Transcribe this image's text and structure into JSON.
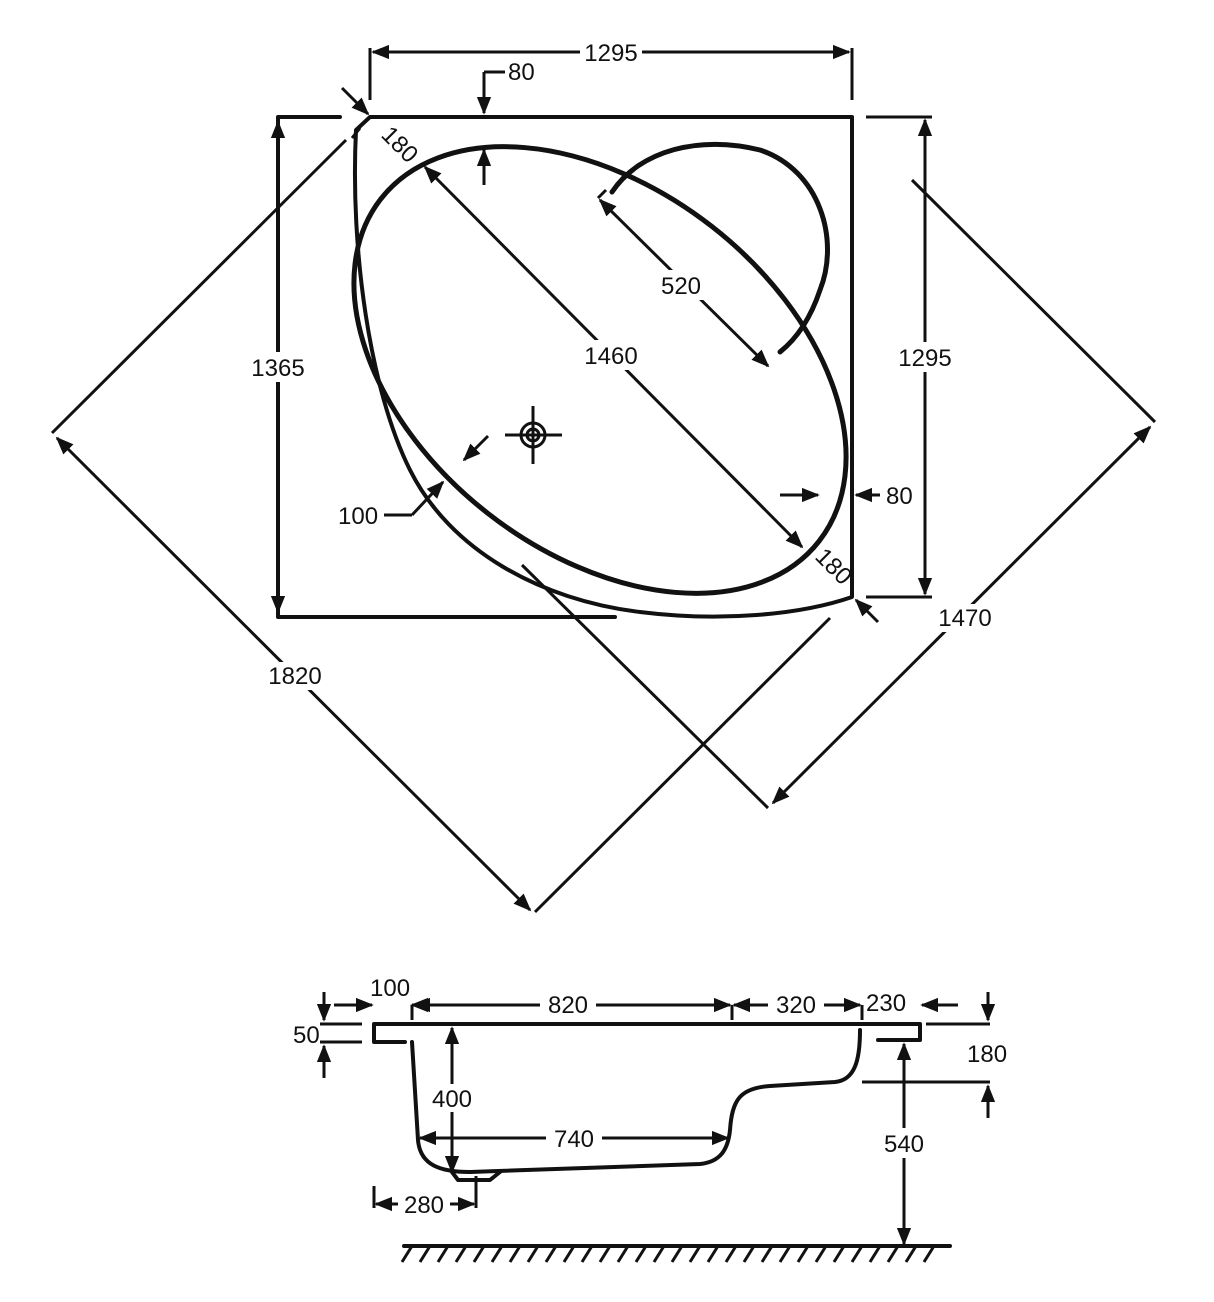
{
  "plan_view": {
    "dims": {
      "top_width": "1295",
      "rim_top": "80",
      "corner_top_left": "180",
      "inner_offset": "520",
      "basin_length": "1460",
      "left_height": "1365",
      "right_height": "1295",
      "rim_right": "80",
      "front_rim": "100",
      "corner_bottom_right": "180",
      "diag_right": "1470",
      "diag_left": "1820"
    }
  },
  "section_view": {
    "dims": {
      "left_ledge": "100",
      "inner_length": "820",
      "seat_length": "320",
      "right_ledge": "230",
      "rim_thickness": "50",
      "seat_drop": "180",
      "depth": "400",
      "floor_length": "740",
      "height_to_floor": "540",
      "foot_offset": "280"
    }
  }
}
